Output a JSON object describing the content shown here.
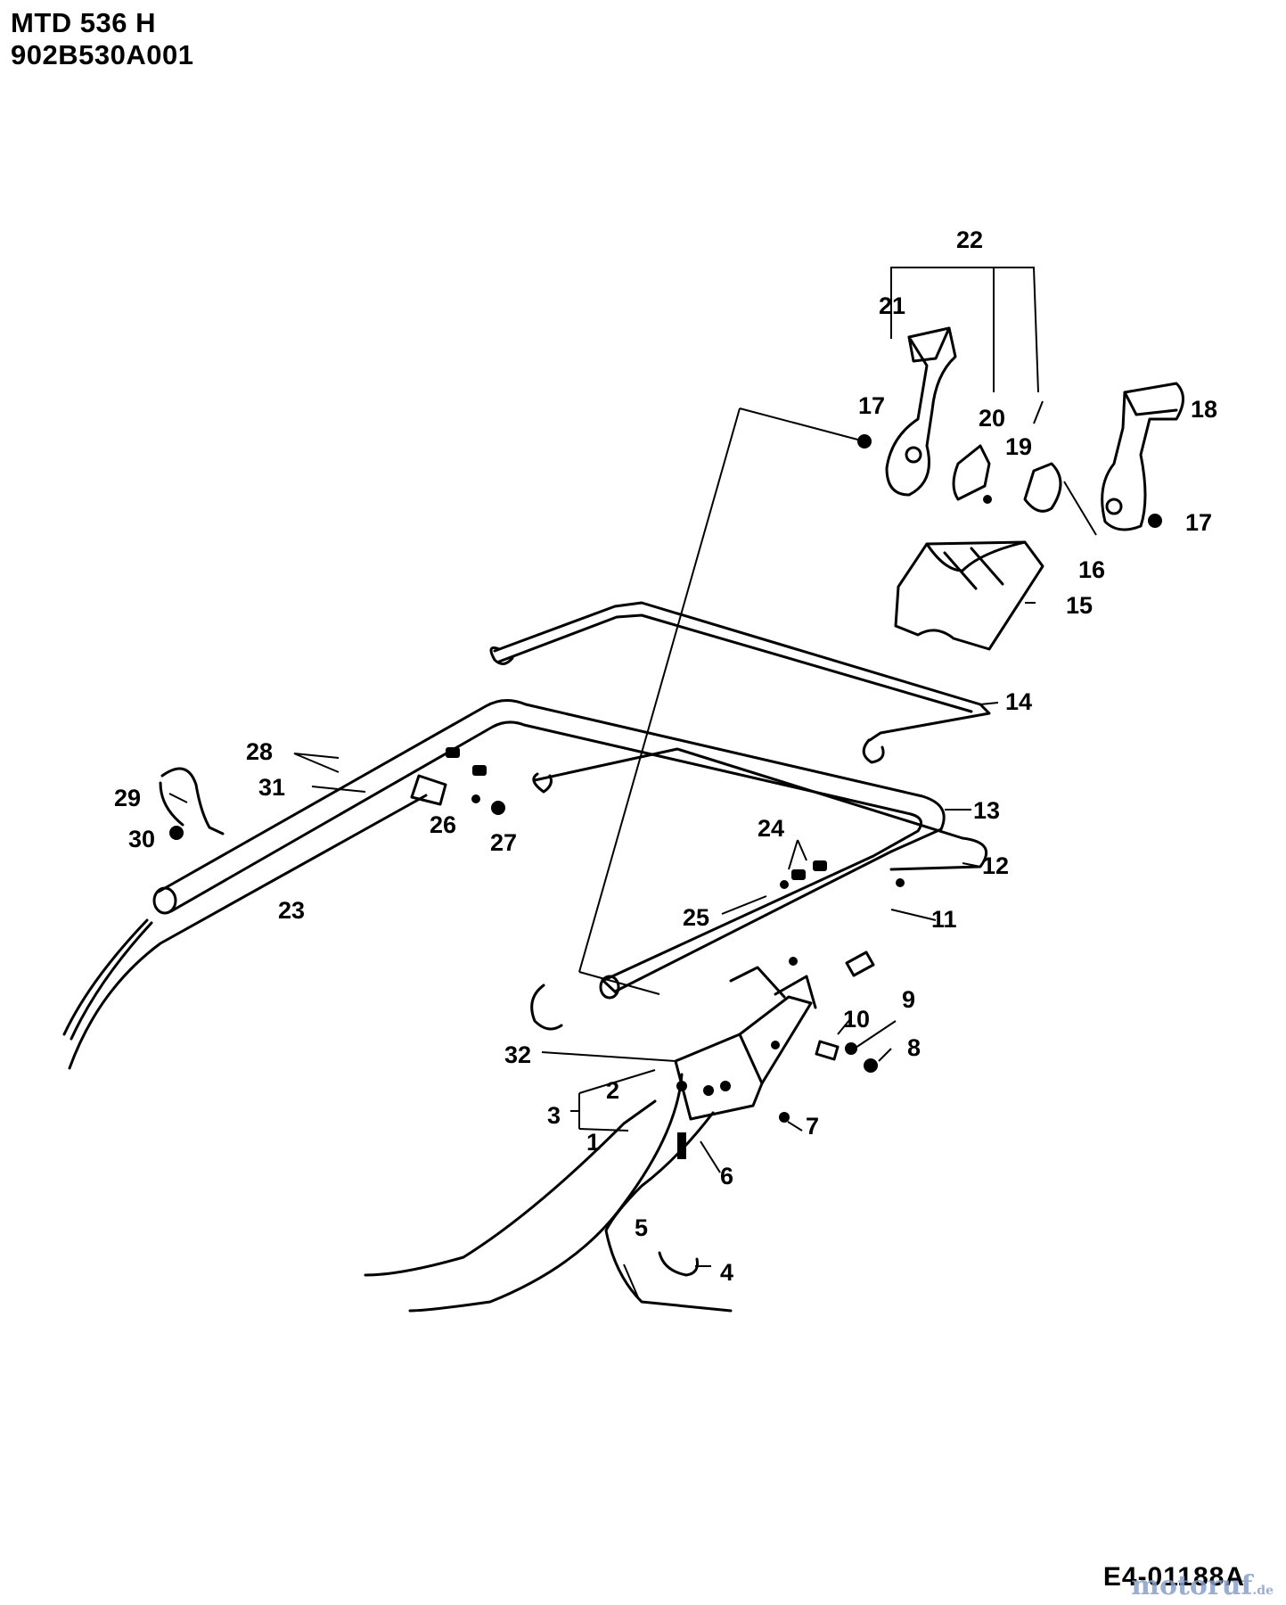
{
  "header": {
    "model": "MTD 536 H",
    "code": "902B530A001"
  },
  "diagram_ref": "E4-01188A",
  "watermark": {
    "text": "motoruf",
    "tld": ".de"
  },
  "part_labels": [
    "1",
    "2",
    "3",
    "4",
    "5",
    "6",
    "7",
    "8",
    "9",
    "10",
    "11",
    "12",
    "13",
    "14",
    "15",
    "16",
    "17",
    "17",
    "18",
    "19",
    "20",
    "21",
    "22",
    "23",
    "24",
    "25",
    "26",
    "27",
    "28",
    "29",
    "30",
    "31",
    "32"
  ]
}
